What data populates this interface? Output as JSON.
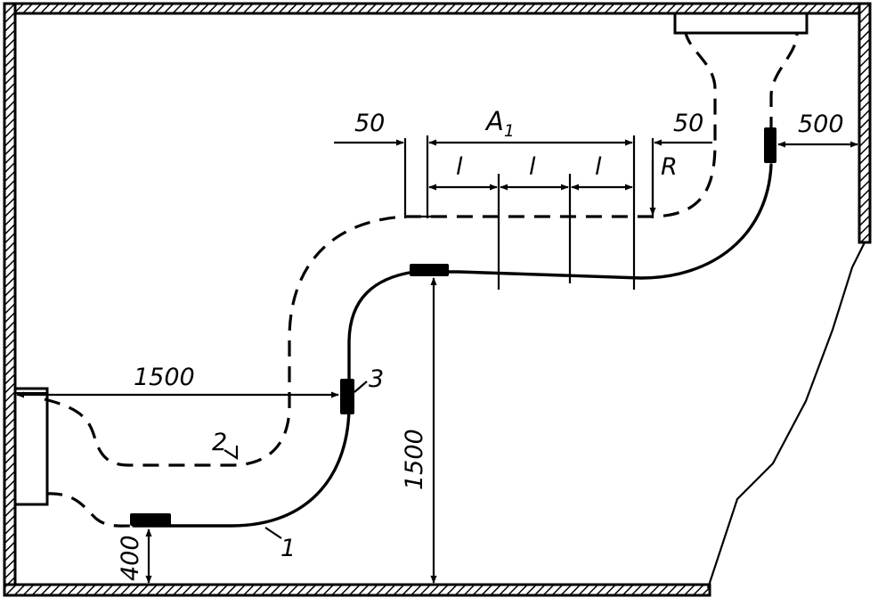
{
  "diagram": {
    "dimensions": {
      "left_offset": "50",
      "span_label": "A",
      "span_subscript": "1",
      "right_offset": "50",
      "segment_1": "l",
      "segment_2": "l",
      "segment_3": "l",
      "radius": "R",
      "wall_gap": "500",
      "horizontal_length": "1500",
      "vertical_height": "1500",
      "floor_height": "400"
    },
    "callouts": {
      "hose_1": "1",
      "hose_2": "2",
      "clamp_3": "3"
    }
  }
}
